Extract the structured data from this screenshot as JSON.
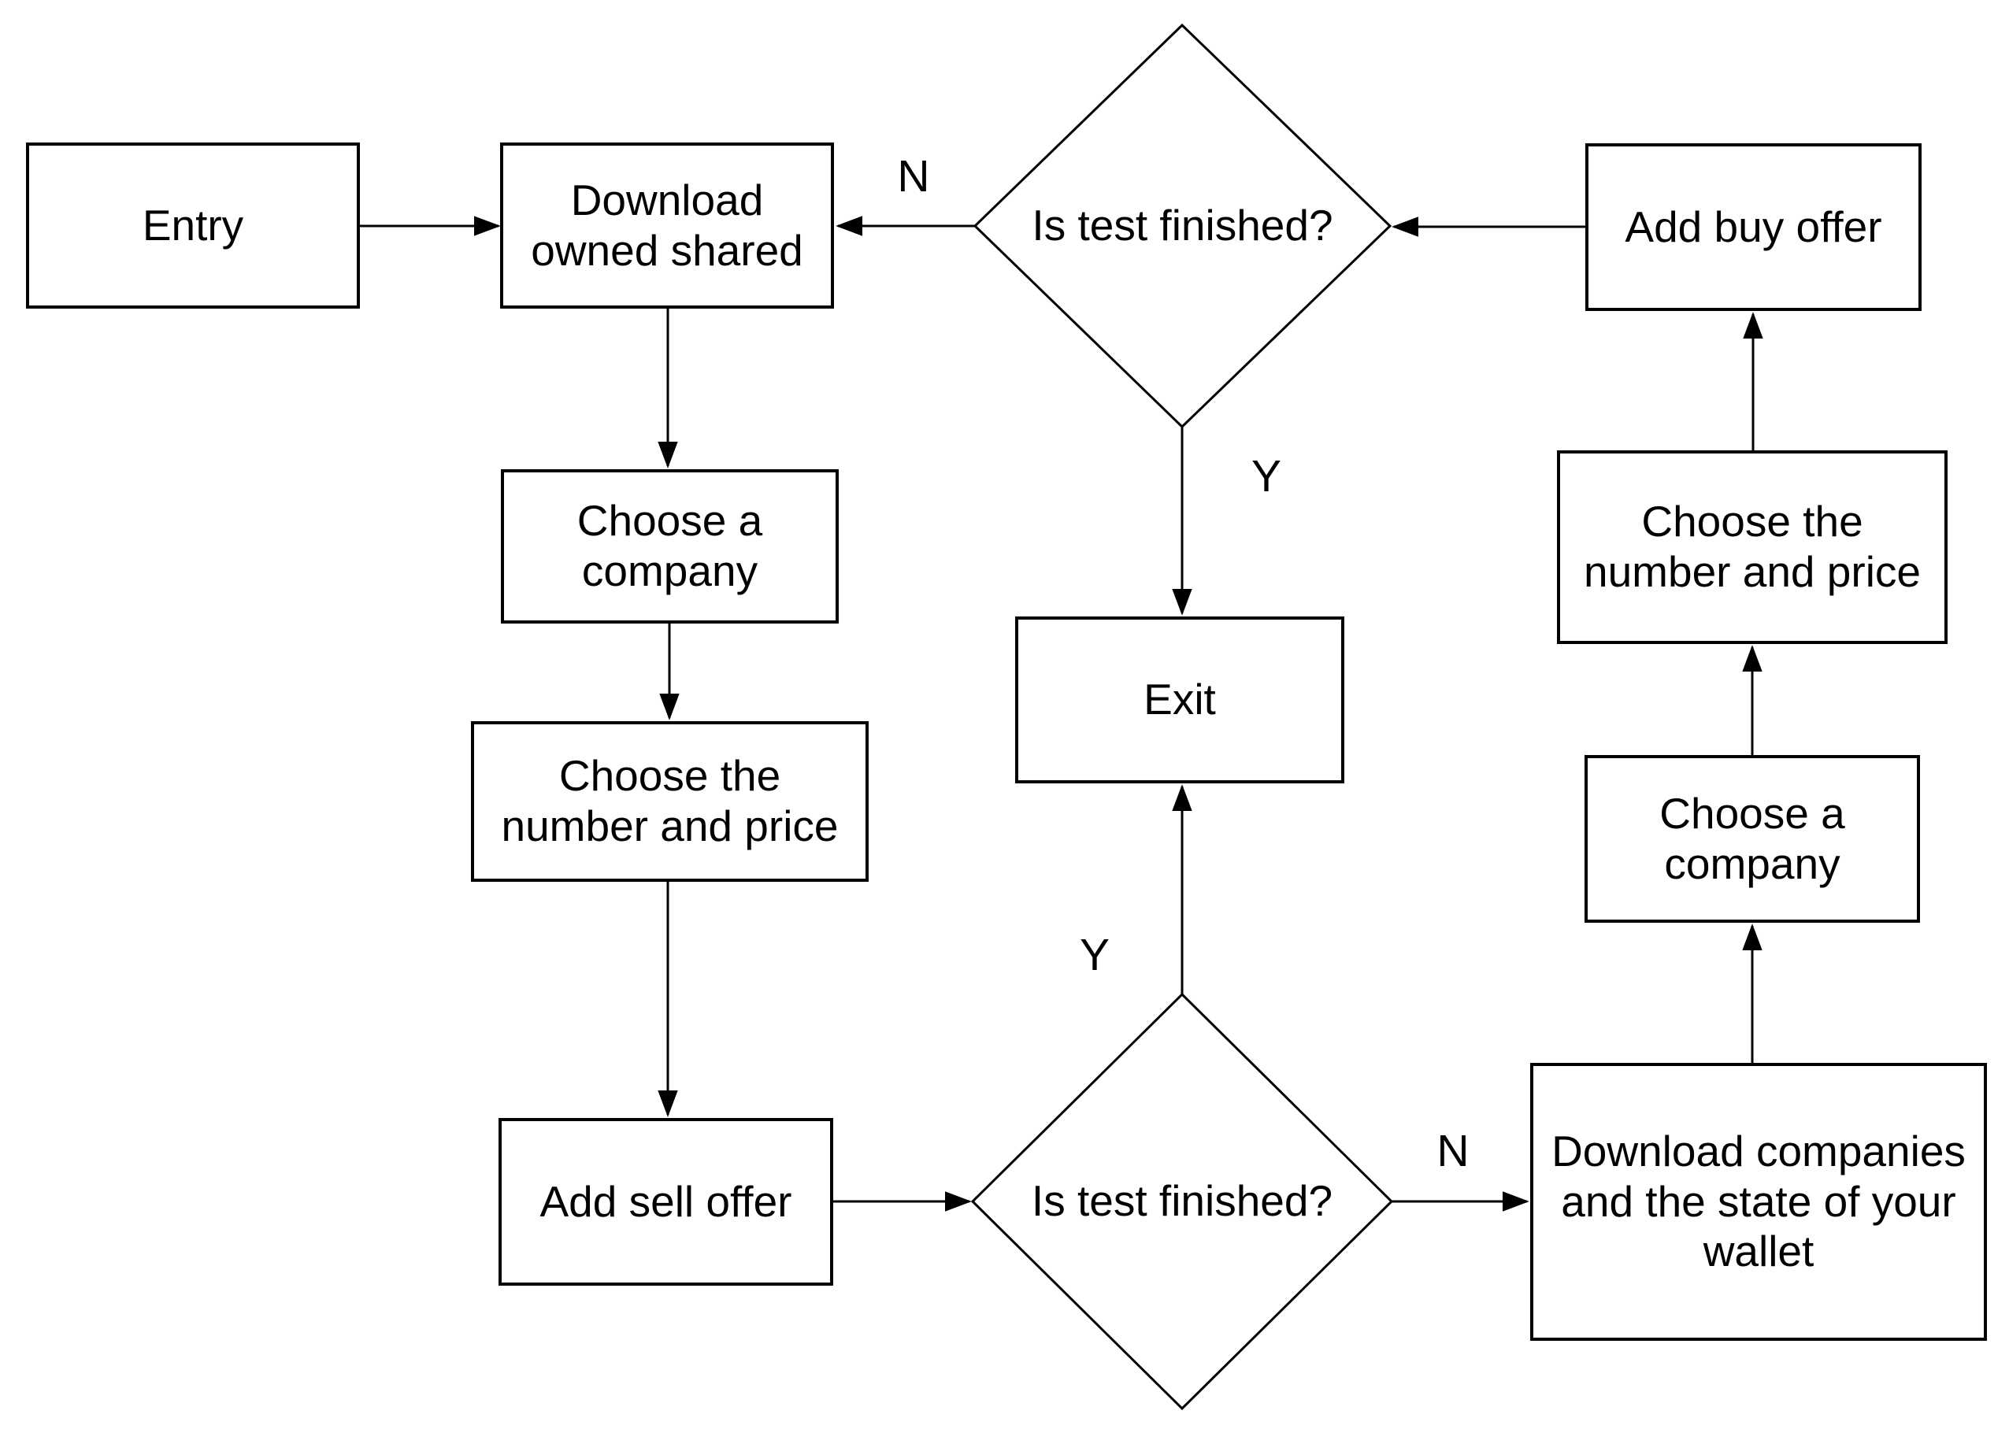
{
  "diagram": {
    "type": "flowchart",
    "background_color": "#ffffff",
    "shape_fill_color": "#ffffff",
    "stroke_color": "#000000",
    "text_color": "#000000"
  },
  "nodes": [
    {
      "id": "entry",
      "type": "process",
      "label": "Entry"
    },
    {
      "id": "download-owned-shared",
      "type": "process",
      "label": "Download owned shared"
    },
    {
      "id": "is-test-finished-top",
      "type": "decision",
      "label": "Is test finished?"
    },
    {
      "id": "add-buy-offer",
      "type": "process",
      "label": "Add buy offer"
    },
    {
      "id": "choose-a-company-left",
      "type": "process",
      "label": "Choose a company"
    },
    {
      "id": "choose-number-price-left",
      "type": "process",
      "label": "Choose the number and price"
    },
    {
      "id": "add-sell-offer",
      "type": "process",
      "label": "Add sell offer"
    },
    {
      "id": "exit",
      "type": "process",
      "label": "Exit"
    },
    {
      "id": "is-test-finished-bottom",
      "type": "decision",
      "label": "Is test finished?"
    },
    {
      "id": "download-companies",
      "type": "process",
      "label": "Download companies and the state of your wallet"
    },
    {
      "id": "choose-a-company-right",
      "type": "process",
      "label": "Choose a company"
    },
    {
      "id": "choose-number-price-right",
      "type": "process",
      "label": "Choose the number and price"
    }
  ],
  "edges": [
    {
      "from": "entry",
      "to": "download-owned-shared"
    },
    {
      "from": "download-owned-shared",
      "to": "choose-a-company-left"
    },
    {
      "from": "choose-a-company-left",
      "to": "choose-number-price-left"
    },
    {
      "from": "choose-number-price-left",
      "to": "add-sell-offer"
    },
    {
      "from": "add-sell-offer",
      "to": "is-test-finished-bottom"
    },
    {
      "from": "is-test-finished-bottom",
      "to": "exit",
      "label": "Y"
    },
    {
      "from": "is-test-finished-bottom",
      "to": "download-companies",
      "label": "N"
    },
    {
      "from": "download-companies",
      "to": "choose-a-company-right"
    },
    {
      "from": "choose-a-company-right",
      "to": "choose-number-price-right"
    },
    {
      "from": "choose-number-price-right",
      "to": "add-buy-offer"
    },
    {
      "from": "add-buy-offer",
      "to": "is-test-finished-top"
    },
    {
      "from": "is-test-finished-top",
      "to": "download-owned-shared",
      "label": "N"
    },
    {
      "from": "is-test-finished-top",
      "to": "exit",
      "label": "Y"
    }
  ]
}
